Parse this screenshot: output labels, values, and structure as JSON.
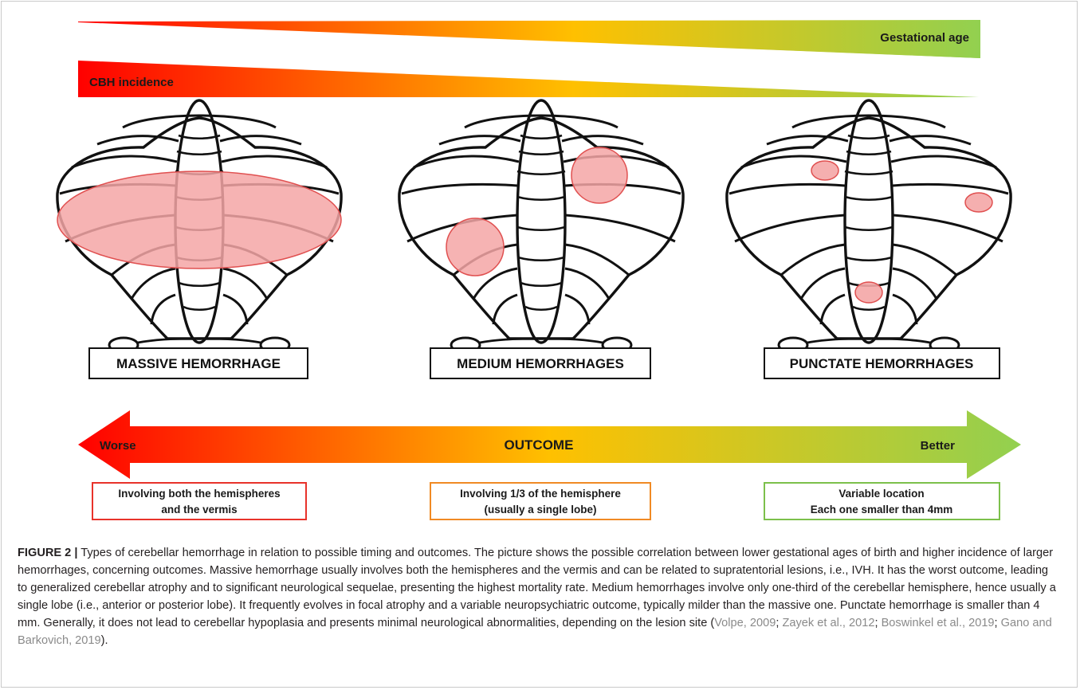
{
  "figure": {
    "gestational_age_label": "Gestational age",
    "cbh_incidence_label": "CBH incidence",
    "panels": [
      {
        "label": "MASSIVE HEMORRHAGE"
      },
      {
        "label": "MEDIUM HEMORRHAGES"
      },
      {
        "label": "PUNCTATE HEMORRHAGES"
      }
    ],
    "outcome": {
      "title": "OUTCOME",
      "left": "Worse",
      "right": "Better"
    },
    "descriptions": [
      {
        "line1": "Involving both the hemispheres",
        "line2": "and the vermis",
        "color": "#e8322a"
      },
      {
        "line1": "Involving 1/3 of the hemisphere",
        "line2": "(usually a single lobe)",
        "color": "#f08a24"
      },
      {
        "line1": "Variable location",
        "line2": "Each one smaller than 4mm",
        "color": "#7cc04b"
      }
    ],
    "colors": {
      "red": "#ff0000",
      "orange": "#ffc000",
      "green": "#92d050",
      "lesion_fill": "#f4a6a6",
      "lesion_stroke": "#e05050"
    }
  },
  "caption": {
    "label": "FIGURE 2 |",
    "text": " Types of cerebellar hemorrhage in relation to possible timing and outcomes. The picture shows the possible correlation between lower gestational ages of birth and higher incidence of larger hemorrhages, concerning outcomes. Massive hemorrhage usually involves both the hemispheres and the vermis and can be related to supratentorial lesions, i.e., IVH. It has the worst outcome, leading to generalized cerebellar atrophy and to significant neurological sequelae, presenting the highest mortality rate. Medium hemorrhages involve only one-third of the cerebellar hemisphere, hence usually a single lobe (i.e., anterior or posterior lobe). It frequently evolves in focal atrophy and a variable neuropsychiatric outcome, typically milder than the massive one. Punctate hemorrhage is smaller than 4 mm. Generally, it does not lead to cerebellar hypoplasia and presents minimal neurological abnormalities, depending on the lesion site (",
    "ref1": "Volpe, 2009",
    "sep1": "; ",
    "ref2": "Zayek et al., 2012",
    "sep2": "; ",
    "ref3": "Boswinkel et al., 2019",
    "sep3": "; ",
    "ref4": "Gano and Barkovich, 2019",
    "end": ")."
  }
}
